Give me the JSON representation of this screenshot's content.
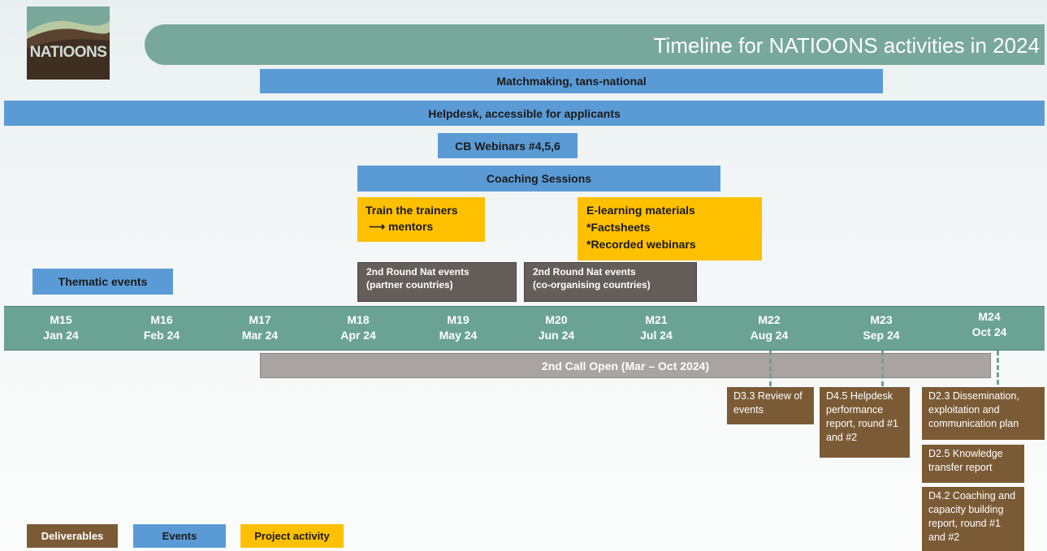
{
  "title": "Timeline for NATIOONS activities in 2024",
  "logo_text": "NATIOONS",
  "bars": {
    "matchmaking": "Matchmaking, tans-national",
    "helpdesk": "Helpdesk, accessible for applicants",
    "webinars": "CB Webinars #4,5,6",
    "coaching": "Coaching Sessions",
    "thematic": "Thematic events",
    "call_open": "2nd Call Open (Mar – Oct 2024)"
  },
  "project_activities": {
    "train_line1": "Train the trainers",
    "train_line2": "⟶ mentors",
    "elearning_line1": "E-learning materials",
    "elearning_line2": "*Factsheets",
    "elearning_line3": "*Recorded webinars"
  },
  "nat_events": {
    "partner_line1": "2nd Round Nat events",
    "partner_line2": "(partner countries)",
    "coorg_line1": "2nd Round Nat events",
    "coorg_line2": "(co-organising countries)"
  },
  "months": [
    {
      "code": "M15",
      "date": "Jan 24"
    },
    {
      "code": "M16",
      "date": "Feb 24"
    },
    {
      "code": "M17",
      "date": "Mar 24"
    },
    {
      "code": "M18",
      "date": "Apr 24"
    },
    {
      "code": "M19",
      "date": "May 24"
    },
    {
      "code": "M20",
      "date": "Jun 24"
    },
    {
      "code": "M21",
      "date": "Jul 24"
    },
    {
      "code": "M22",
      "date": "Aug 24"
    },
    {
      "code": "M23",
      "date": "Sep 24"
    },
    {
      "code": "M24",
      "date": "Oct 24"
    }
  ],
  "deliverables": {
    "d33": "D3.3 Review of events",
    "d45": "D4.5 Helpdesk performance report, round #1 and #2",
    "d23": "D2.3 Dissemination, exploitation and communication plan",
    "d25": "D2.5 Knowledge transfer report",
    "d42": "D4.2 Coaching and capacity building report, round #1 and #2"
  },
  "legend": {
    "deliverables": "Deliverables",
    "events": "Events",
    "project_activity": "Project activity"
  },
  "colors": {
    "events": "#5b9bd5",
    "project_activity": "#ffc000",
    "deliverables": "#7b5b36",
    "timeline": "#6aa394",
    "call_bar": "#a9a3a1",
    "nat_events": "#655d5a"
  }
}
